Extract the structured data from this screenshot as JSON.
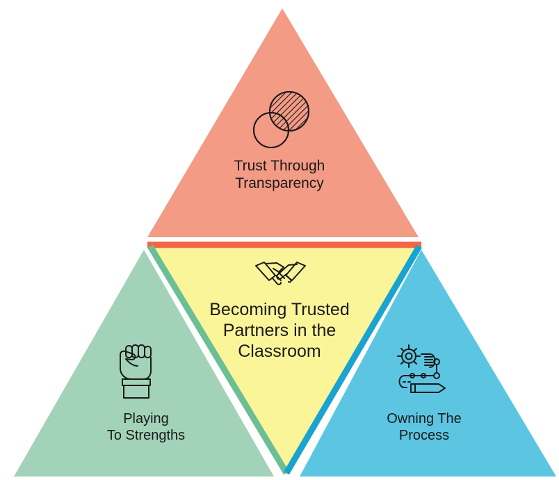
{
  "colors": {
    "top": "#f39b85",
    "center": "#fbf59a",
    "left": "#a2d3b9",
    "right": "#5cc5e2",
    "center_top_edge": "#f26545",
    "center_left_edge": "#6cbf94",
    "center_right_edge": "#1aa3cf"
  },
  "sections": {
    "top": {
      "icon": "venn-circles-icon",
      "label_lines": [
        "Trust Through",
        "Transparency"
      ]
    },
    "center": {
      "icon": "handshake-icon",
      "label_lines": [
        "Becoming Trusted",
        "Partners in the",
        "Classroom"
      ]
    },
    "left": {
      "icon": "raised-fist-icon",
      "label_lines": [
        "Playing",
        "To Strengths"
      ]
    },
    "right": {
      "icon": "process-gear-icon",
      "label_lines": [
        "Owning The",
        "Process"
      ]
    }
  }
}
